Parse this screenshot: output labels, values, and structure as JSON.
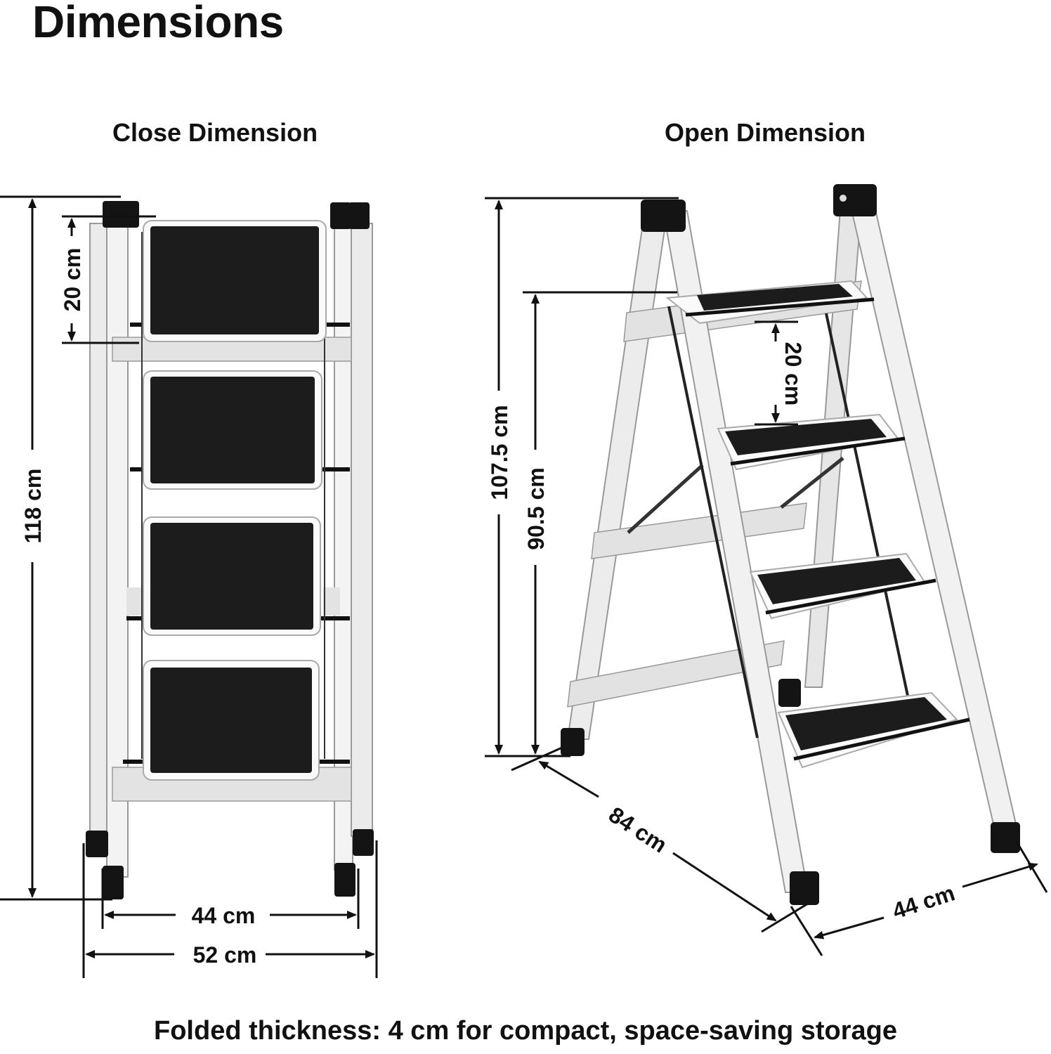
{
  "title": "Dimensions",
  "close": {
    "heading": "Close Dimension",
    "height": "118 cm",
    "step_gap": "20 cm",
    "inner_width": "44 cm",
    "outer_width": "52 cm"
  },
  "open": {
    "heading": "Open Dimension",
    "total_height": "107.5 cm",
    "platform_height": "90.5 cm",
    "step_gap": "20 cm",
    "depth": "84 cm",
    "width": "44 cm"
  },
  "footer": "Folded thickness: 4 cm for compact, space-saving storage",
  "colors": {
    "frame": "#e9e9e9",
    "tread": "#1c1c1c",
    "caps": "#141414",
    "lines": "#111111"
  }
}
